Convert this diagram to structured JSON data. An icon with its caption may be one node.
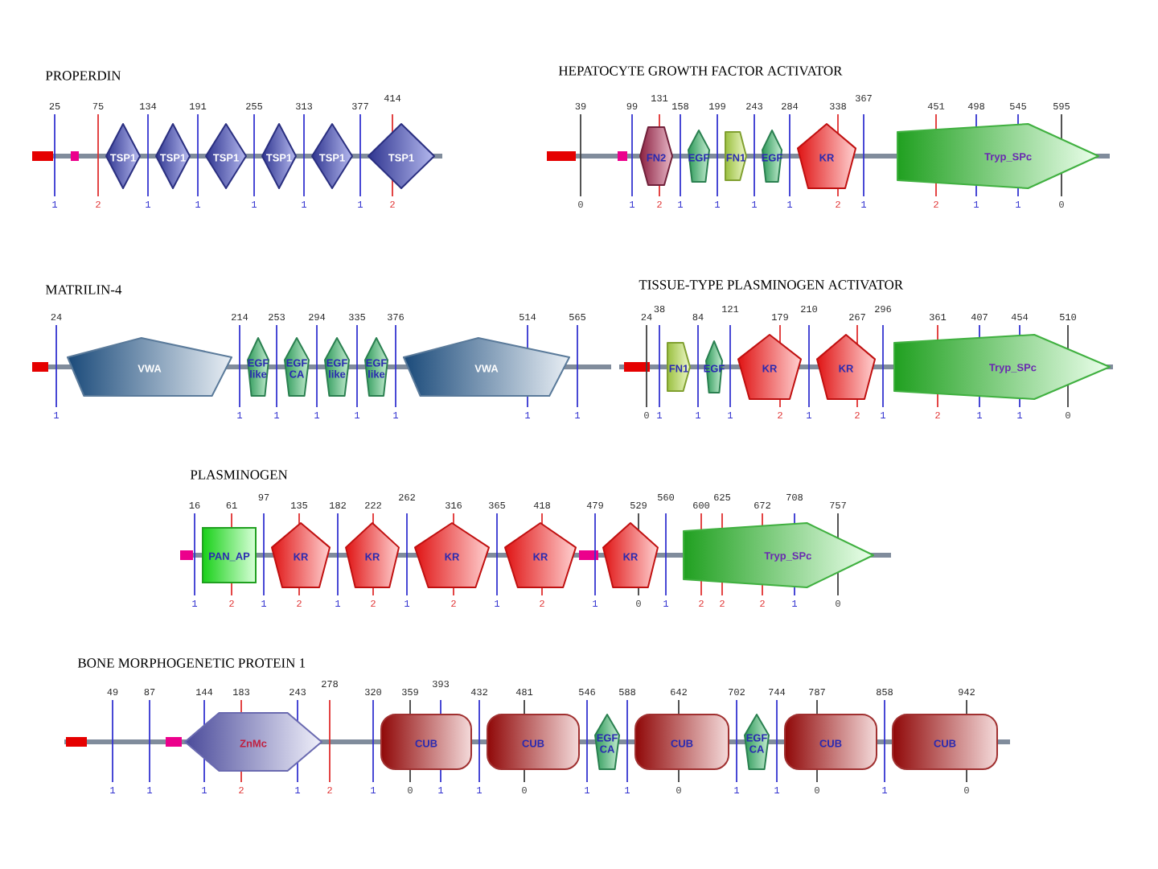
{
  "diagram": {
    "nodes": [
      {
        "text": [
          "TSP1"
        ]
      },
      {
        "text": [
          "TSP1"
        ]
      },
      {
        "text": [
          "TSP1"
        ]
      },
      {
        "text": [
          "TSP1"
        ]
      },
      {
        "text": [
          "TSP1"
        ]
      },
      {
        "text": [
          "TSP1"
        ]
      },
      {
        "text": [
          "FN2"
        ]
      },
      {
        "text": [
          "EGF"
        ]
      },
      {
        "text": [
          "FN1"
        ]
      },
      {
        "text": [
          "EGF"
        ]
      },
      {
        "text": [
          "KR"
        ]
      },
      {
        "text": [
          "Tryp_SPc"
        ]
      },
      {
        "text": [
          "VWA"
        ]
      },
      {
        "text": [
          "EGF like"
        ]
      },
      {
        "text": [
          "EGF CA"
        ]
      },
      {
        "text": [
          "EGF like"
        ]
      },
      {
        "text": [
          "EGF like"
        ]
      },
      {
        "text": [
          "VWA"
        ]
      },
      {
        "text": [
          "FN1"
        ]
      },
      {
        "text": [
          "EGF"
        ]
      },
      {
        "text": [
          "KR"
        ]
      },
      {
        "text": [
          "KR"
        ]
      },
      {
        "text": [
          "Tryp_SPc"
        ]
      },
      {
        "text": [
          "PAN_AP"
        ]
      },
      {
        "text": [
          "KR"
        ]
      },
      {
        "text": [
          "KR"
        ]
      },
      {
        "text": [
          "KR"
        ]
      },
      {
        "text": [
          "KR"
        ]
      },
      {
        "text": [
          "KR"
        ]
      },
      {
        "text": [
          "Tryp_SPc"
        ]
      },
      {
        "text": [
          "ZnMc"
        ]
      },
      {
        "text": [
          "CUB"
        ]
      },
      {
        "text": [
          "CUB"
        ]
      },
      {
        "text": [
          "EGF CA"
        ]
      },
      {
        "text": [
          "CUB"
        ]
      },
      {
        "text": [
          "EGF CA"
        ]
      },
      {
        "text": [
          "CUB"
        ]
      },
      {
        "text": [
          "CUB"
        ]
      }
    ],
    "labels": [
      "PROPERDIN",
      "25",
      "75",
      "134",
      "191",
      "255",
      "313",
      "377",
      "414",
      "1",
      "2",
      "1",
      "1",
      "1",
      "1",
      "1",
      "2",
      "HEPATOCYTE GROWTH FACTOR ACTIVATOR",
      "39",
      "99",
      "131",
      "158",
      "199",
      "243",
      "284",
      "338",
      "367",
      "451",
      "498",
      "545",
      "595",
      "0",
      "1",
      "2",
      "1",
      "1",
      "1",
      "1",
      "2",
      "1",
      "2",
      "1",
      "1",
      "0",
      "MATRILIN-4",
      "24",
      "214",
      "253",
      "294",
      "335",
      "376",
      "514",
      "565",
      "1",
      "1",
      "1",
      "1",
      "1",
      "1",
      "1",
      "1",
      "TISSUE-TYPE PLASMINOGEN ACTIVATOR",
      "24",
      "38",
      "84",
      "121",
      "179",
      "210",
      "267",
      "296",
      "361",
      "407",
      "454",
      "510",
      "0",
      "1",
      "1",
      "1",
      "2",
      "1",
      "2",
      "1",
      "2",
      "1",
      "1",
      "0",
      "PLASMINOGEN",
      "16",
      "61",
      "97",
      "135",
      "182",
      "222",
      "262",
      "316",
      "365",
      "418",
      "479",
      "529",
      "560",
      "600",
      "625",
      "672",
      "708",
      "757",
      "1",
      "2",
      "1",
      "2",
      "1",
      "2",
      "1",
      "2",
      "1",
      "2",
      "1",
      "0",
      "1",
      "2",
      "2",
      "2",
      "1",
      "0",
      "BONE MORPHOGENETIC PROTEIN 1",
      "49",
      "87",
      "144",
      "183",
      "243",
      "278",
      "320",
      "359",
      "393",
      "432",
      "481",
      "546",
      "588",
      "642",
      "702",
      "744",
      "787",
      "858",
      "942",
      "1",
      "1",
      "1",
      "2",
      "1",
      "2",
      "1",
      "0",
      "1",
      "1",
      "0",
      "1",
      "1",
      "0",
      "1",
      "1",
      "0",
      "1",
      "0"
    ]
  }
}
